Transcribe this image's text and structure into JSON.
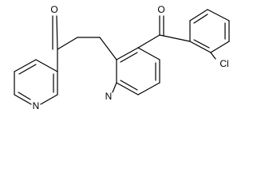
{
  "structure": {
    "atom_labels": {
      "ketone_oxygen_left": "O",
      "ketone_oxygen_right": "O",
      "pyridine_nitrogen_bottom_left": "N",
      "pyridine_nitrogen_center": "N",
      "chlorine": "Cl"
    },
    "colors": {
      "bond": "#000000",
      "text": "#000000",
      "background": "#ffffff"
    }
  }
}
